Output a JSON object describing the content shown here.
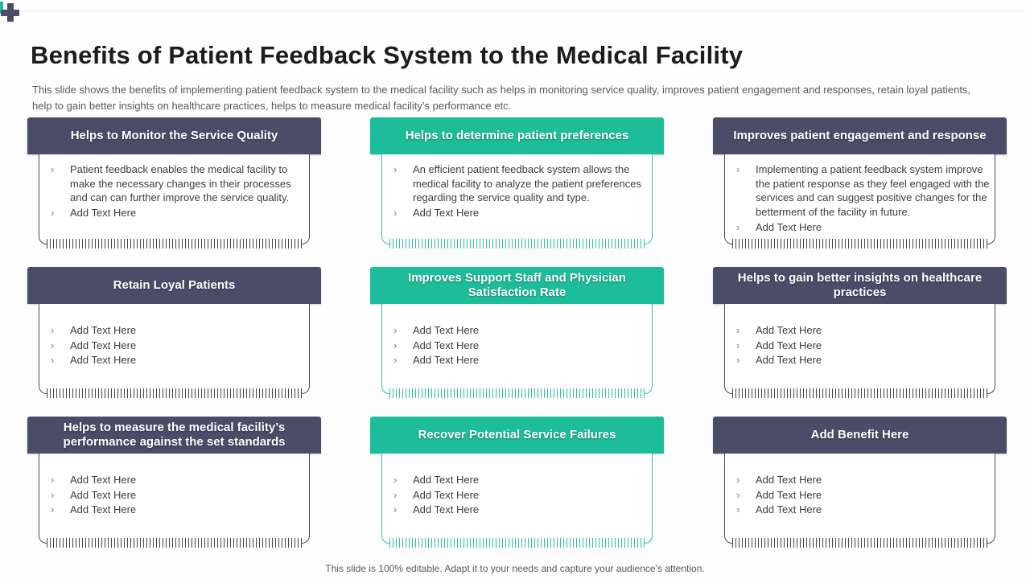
{
  "slide": {
    "title": "Benefits of Patient Feedback System to the Medical Facility",
    "subtitle": "This slide shows the benefits of implementing patient feedback system to the medical facility such as helps in monitoring service quality, improves patient engagement and responses, retain loyal patients, help to gain better insights on healthcare practices, helps to measure medical facility’s performance etc.",
    "footer": "This slide is 100% editable. Adapt it to your needs and capture your audience’s attention."
  },
  "theme": {
    "purple": "#4b4c68",
    "teal": "#1ebd99",
    "purple_border": "#4a4a52",
    "teal_border": "#2fc0a3",
    "bullet_marker": "›"
  },
  "cards": [
    {
      "variant": "purple",
      "title": "Helps to Monitor the Service Quality",
      "bullets": [
        "Patient feedback enables the medical facility to make the necessary changes in their processes and can can further improve the service quality.",
        "Add Text Here"
      ]
    },
    {
      "variant": "teal",
      "title": "Helps to determine patient preferences",
      "bullets": [
        "An efficient patient feedback system allows the medical facility to analyze the patient preferences regarding the service quality and type.",
        "Add Text Here"
      ]
    },
    {
      "variant": "purple",
      "title": "Improves patient engagement and response",
      "bullets": [
        "Implementing a patient feedback system improve the patient response as they feel engaged with the services and can suggest positive changes for the betterment of the facility in future.",
        "Add Text Here"
      ]
    },
    {
      "variant": "purple",
      "title": "Retain Loyal Patients",
      "bullets": [
        "Add Text Here",
        "Add Text Here",
        "Add Text Here"
      ]
    },
    {
      "variant": "teal",
      "title": "Improves Support Staff and Physician Satisfaction Rate",
      "bullets": [
        "Add Text Here",
        "Add Text Here",
        "Add Text Here"
      ]
    },
    {
      "variant": "purple",
      "title": "Helps to gain better insights on healthcare practices",
      "bullets": [
        "Add Text Here",
        "Add Text Here",
        "Add Text Here"
      ]
    },
    {
      "variant": "purple",
      "title": "Helps to measure the medical facility’s performance against the set standards",
      "bullets": [
        "Add Text Here",
        "Add Text Here",
        "Add Text Here"
      ]
    },
    {
      "variant": "teal",
      "title": "Recover Potential Service Failures",
      "bullets": [
        "Add Text Here",
        "Add Text Here",
        "Add Text Here"
      ]
    },
    {
      "variant": "purple",
      "title": "Add Benefit Here",
      "bullets": [
        "Add Text Here",
        "Add Text Here",
        "Add Text Here"
      ]
    }
  ]
}
